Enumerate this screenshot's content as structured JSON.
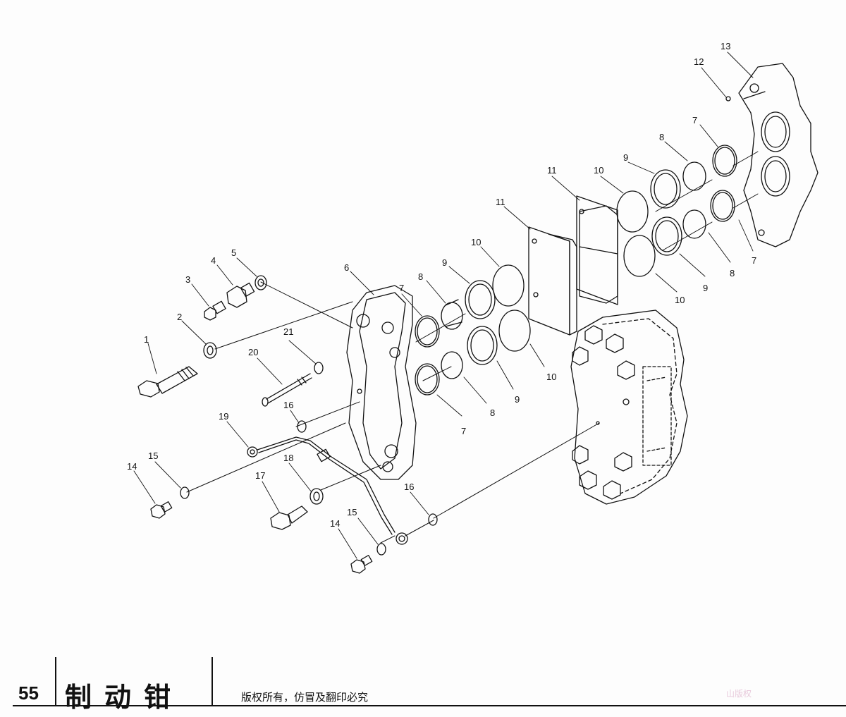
{
  "footer": {
    "page_number": "55",
    "title": "制动钳",
    "copyright": "版权所有，仿冒及翻印必究",
    "stamp": "山版权"
  },
  "callouts": {
    "c1": "1",
    "c2": "2",
    "c3": "3",
    "c4": "4",
    "c5": "5",
    "c6": "6",
    "c7a": "7",
    "c7b": "7",
    "c7c": "7",
    "c7d": "7",
    "c8a": "8",
    "c8b": "8",
    "c8c": "8",
    "c8d": "8",
    "c9a": "9",
    "c9b": "9",
    "c9c": "9",
    "c9d": "9",
    "c10a": "10",
    "c10b": "10",
    "c10c": "10",
    "c10d": "10",
    "c11a": "11",
    "c11b": "11",
    "c12": "12",
    "c13": "13",
    "c14a": "14",
    "c14b": "14",
    "c15a": "15",
    "c15b": "15",
    "c16a": "16",
    "c16b": "16",
    "c17": "17",
    "c18": "18",
    "c19": "19",
    "c20": "20",
    "c21": "21"
  }
}
